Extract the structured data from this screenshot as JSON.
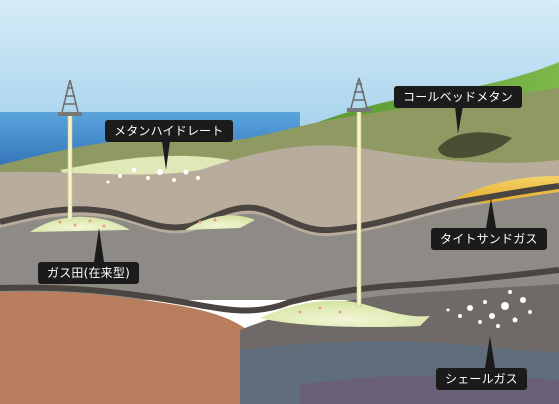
{
  "labels": {
    "methane_hydrate": "メタンハイドレート",
    "coal_bed_methane": "コールベッドメタン",
    "tight_sand_gas": "タイトサンドガス",
    "conventional_gas": "ガス田(在来型)",
    "shale_gas": "シェールガス"
  },
  "colors": {
    "sky_top": "#b9dcef",
    "sea": "#3f86c7",
    "grass": "#6aa33b",
    "label_bg": "#1b1b1b",
    "gas_pocket": "#e9f0c4",
    "tight_sand": "#f0c23c"
  },
  "icons": [
    "drilling-rig-icon",
    "drilling-rig-icon"
  ]
}
